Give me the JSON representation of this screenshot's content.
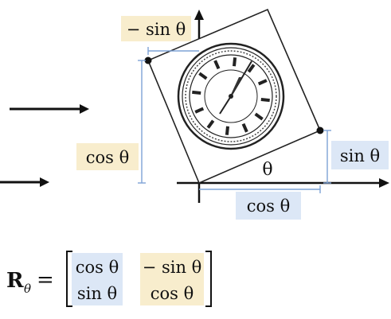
{
  "colors": {
    "tan": "#f8edcd",
    "blue": "#dce7f6",
    "bracket_line": "#7ea3d6",
    "ink": "#111111"
  },
  "labels": {
    "neg_sin": "− sin θ",
    "cos_left": "cos θ",
    "sin_right": "sin θ",
    "cos_bottom": "cos θ",
    "theta": "θ"
  },
  "formula": {
    "lhs_main": "R",
    "lhs_sub": "θ",
    "equals": "=",
    "m11": "cos θ",
    "m21": "sin θ",
    "m12": "− sin θ",
    "m22": "cos θ"
  },
  "icons": [
    "clock-icon",
    "right-arrow-icon"
  ]
}
